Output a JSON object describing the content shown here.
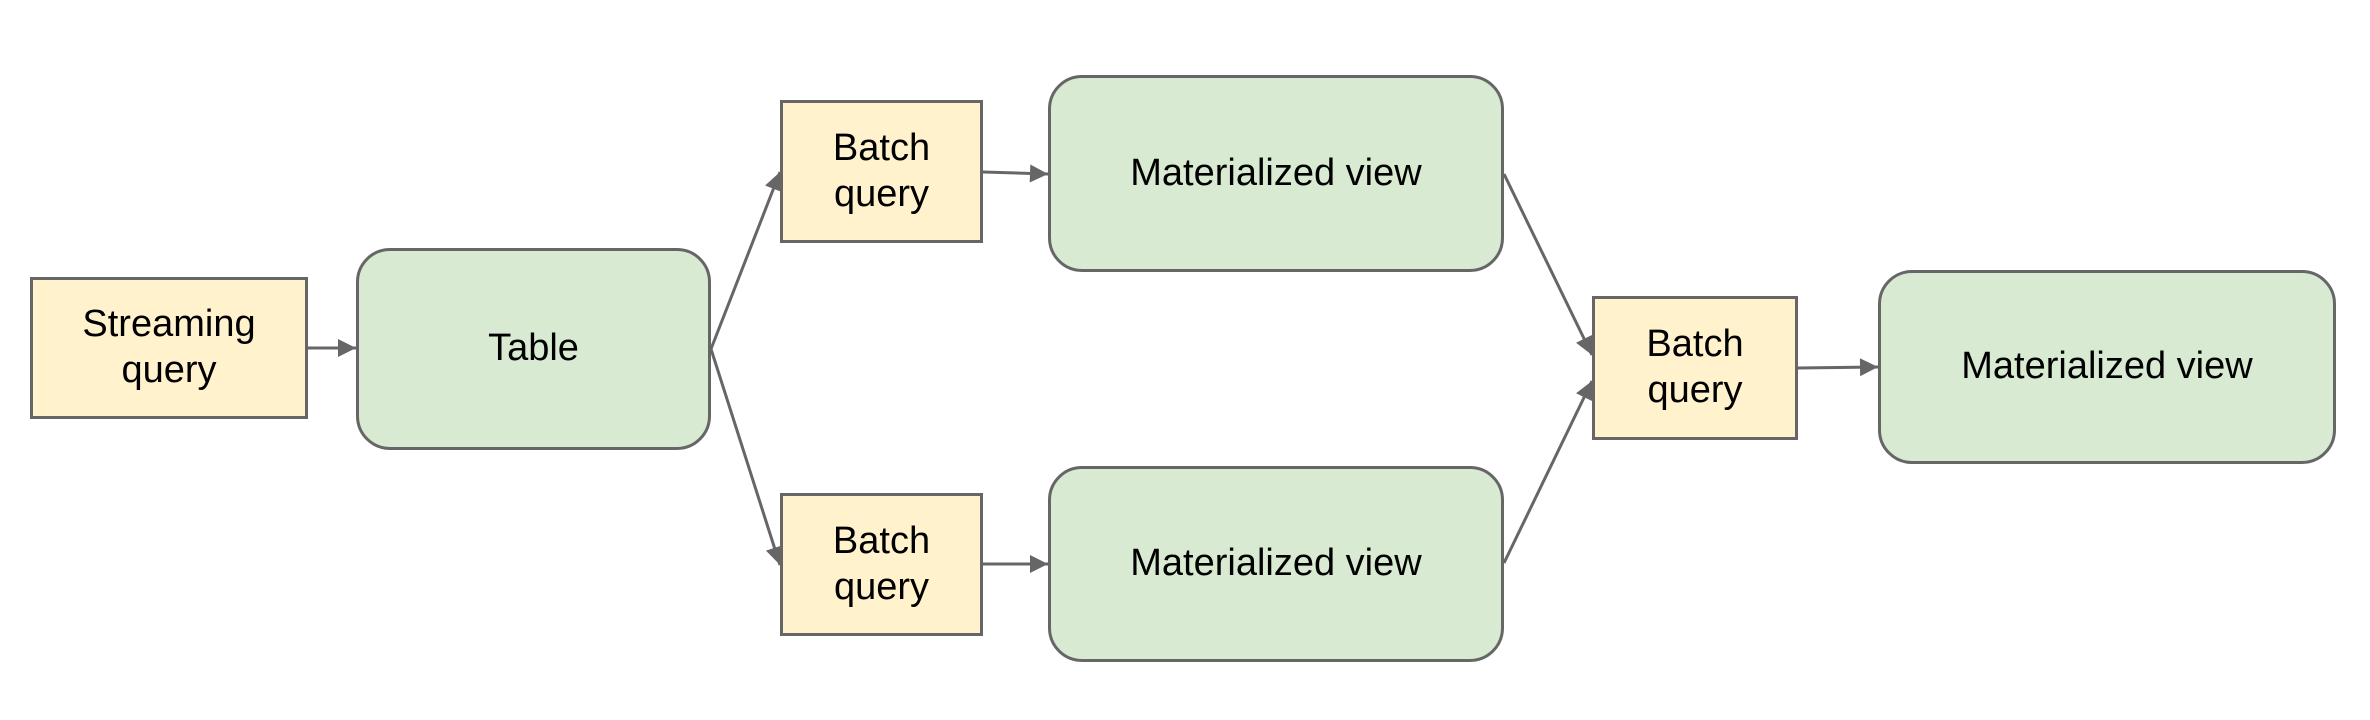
{
  "diagram": {
    "type": "flow",
    "description_visible_text_only": false
  },
  "colors": {
    "background": "#ffffff",
    "yellow_fill": "#fff2cc",
    "green_fill": "#d9ead3",
    "border": "#666666",
    "arrow": "#666666",
    "text": "#000000"
  },
  "nodes": {
    "streaming_query": {
      "label": "Streaming query",
      "shape": "rectangle",
      "fill": "#fff2cc"
    },
    "table": {
      "label": "Table",
      "shape": "rounded-rectangle",
      "fill": "#d9ead3"
    },
    "batch_query_top": {
      "label": "Batch query",
      "shape": "rectangle",
      "fill": "#fff2cc"
    },
    "materialized_view_top": {
      "label": "Materialized view",
      "shape": "rounded-rectangle",
      "fill": "#d9ead3"
    },
    "batch_query_bottom": {
      "label": "Batch query",
      "shape": "rectangle",
      "fill": "#fff2cc"
    },
    "materialized_view_bottom": {
      "label": "Materialized view",
      "shape": "rounded-rectangle",
      "fill": "#d9ead3"
    },
    "batch_query_right": {
      "label": "Batch query",
      "shape": "rectangle",
      "fill": "#fff2cc"
    },
    "materialized_view_right": {
      "label": "Materialized view",
      "shape": "rounded-rectangle",
      "fill": "#d9ead3"
    }
  },
  "edges": [
    {
      "from": "streaming_query",
      "to": "table"
    },
    {
      "from": "table",
      "to": "batch_query_top"
    },
    {
      "from": "table",
      "to": "batch_query_bottom"
    },
    {
      "from": "batch_query_top",
      "to": "materialized_view_top"
    },
    {
      "from": "batch_query_bottom",
      "to": "materialized_view_bottom"
    },
    {
      "from": "materialized_view_top",
      "to": "batch_query_right"
    },
    {
      "from": "materialized_view_bottom",
      "to": "batch_query_right"
    },
    {
      "from": "batch_query_right",
      "to": "materialized_view_right"
    }
  ]
}
